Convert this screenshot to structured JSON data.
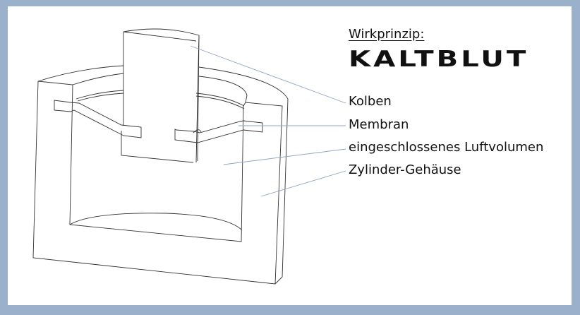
{
  "subtitle": "Wirkprinzip:",
  "brand": "KALTBLUT",
  "labels": [
    "Kolben",
    "Membran",
    "eingeschlossenes Luftvolumen",
    "Zylinder-Gehäuse"
  ],
  "colors": {
    "frame": "#9bb0ca",
    "leader": "#8fa6c2",
    "outline": "#333333"
  }
}
